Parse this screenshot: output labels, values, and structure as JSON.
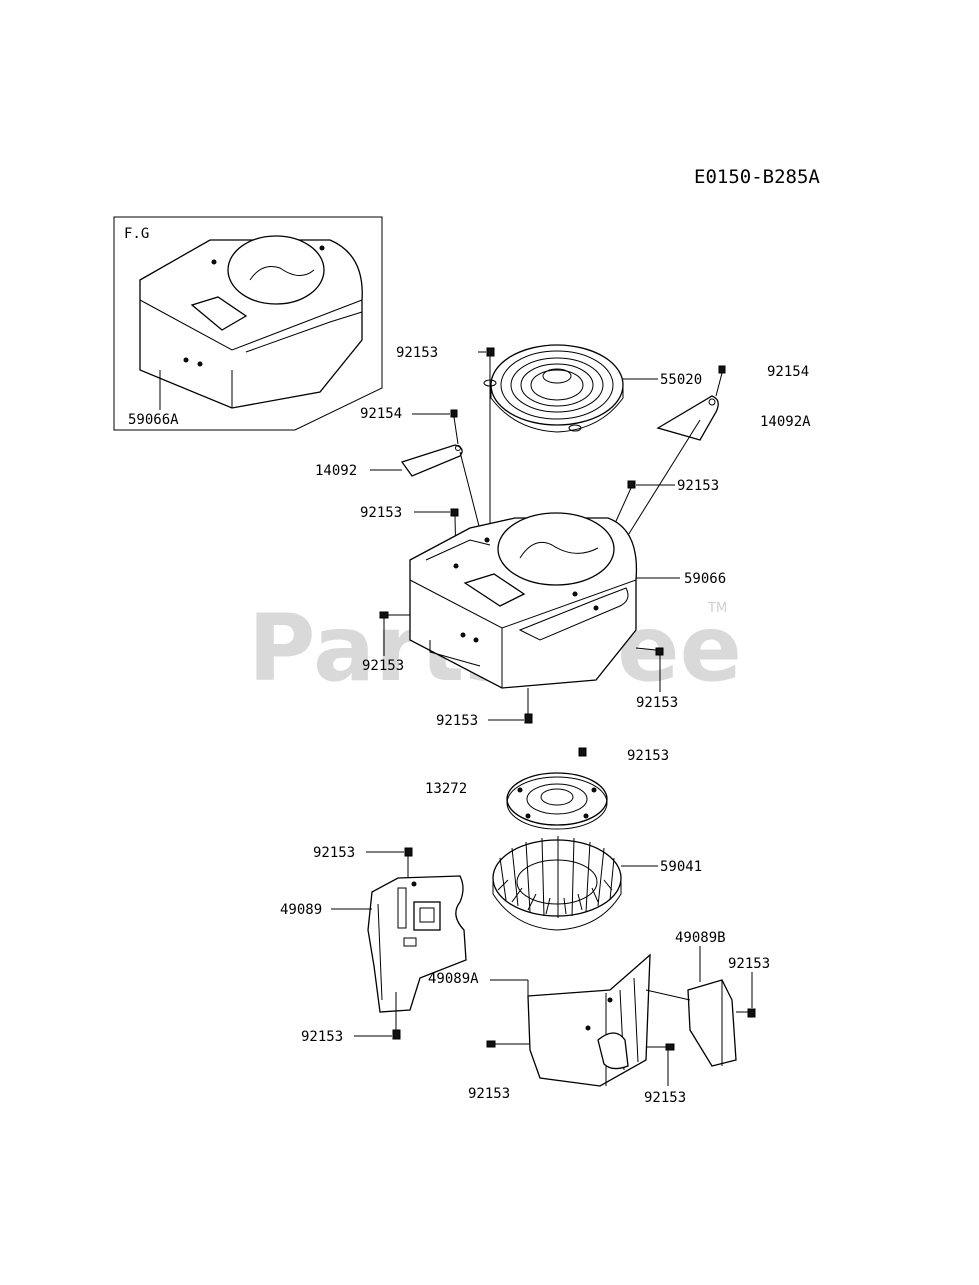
{
  "diagram_code": "E0150-B285A",
  "inset_label": "F.G",
  "watermark": {
    "brand": "PartsTree",
    "trademark": "TM"
  },
  "callouts": [
    "59066A",
    "92153",
    "55020",
    "92154",
    "92154",
    "14092A",
    "14092",
    "92153",
    "92153",
    "59066",
    "92153",
    "92153",
    "92153",
    "92153",
    "13272",
    "92153",
    "59041",
    "49089",
    "49089B",
    "92153",
    "49089A",
    "92153",
    "92153",
    "92153"
  ]
}
